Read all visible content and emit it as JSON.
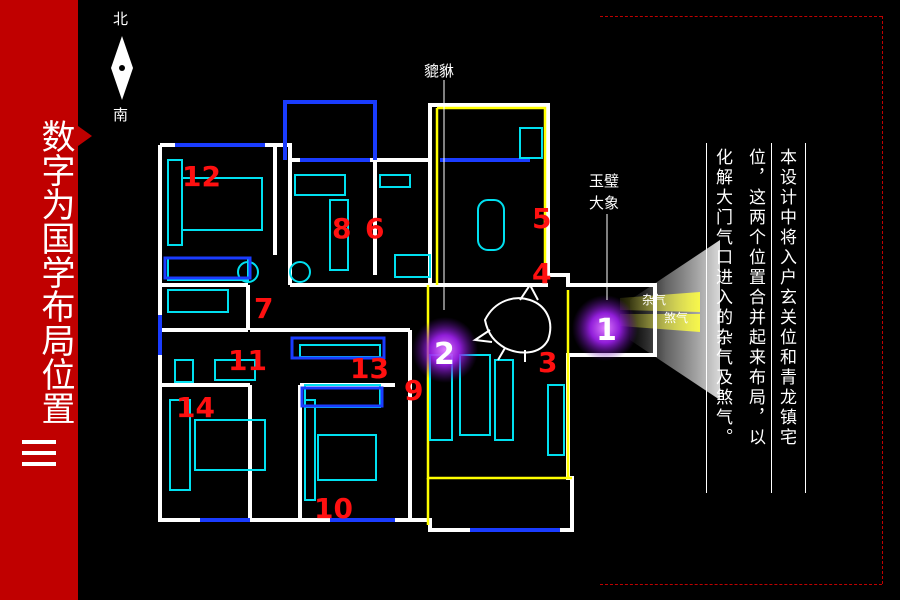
{
  "sidebar": {
    "title": "数字为国学布局位置",
    "color": "#c00000"
  },
  "compass": {
    "north": "北",
    "south": "南"
  },
  "labels": {
    "pixiu": "貔貅",
    "jade": "玉璧",
    "elephant": "大象",
    "zaqi": "杂气",
    "shaqi": "煞气"
  },
  "description": {
    "col1": "本设计中将入户玄关位和青龙镇宅",
    "col2": "位，这两个位置合并起来布局，以",
    "col3": "化解大门气口进入的杂气及煞气。"
  },
  "markers": {
    "m1": "1",
    "m2": "2"
  },
  "rooms": {
    "r3": "3",
    "r4": "4",
    "r5": "5",
    "r6": "6",
    "r7": "7",
    "r8": "8",
    "r9": "9",
    "r10": "10",
    "r11": "11",
    "r12": "12",
    "r13": "13",
    "r14": "14"
  },
  "colors": {
    "wall": "#ffffff",
    "window": "#1a3cff",
    "furniture": "#00e0f0",
    "highlight": "#ffff00",
    "number": "#ff1010",
    "marker": "#b030ff"
  }
}
